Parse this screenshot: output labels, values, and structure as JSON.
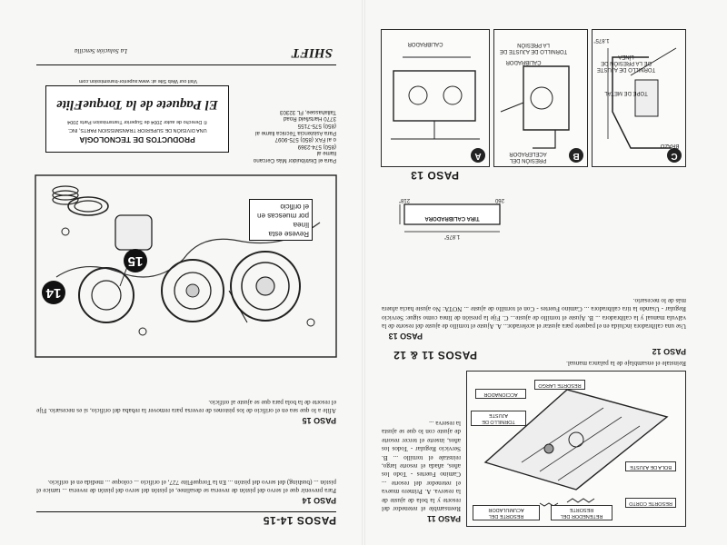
{
  "left_page": {
    "step_11_12": {
      "heading": "PASOS 11 & 12",
      "paso_11_title": "PASO 11",
      "paso_11_text": "Reensamble el retenedor del resorte y la bola de ajuste de la reserva. A. Primero mueva el retenedor del resorte ... Camino Fuertes - Todo los años, añada el resorte largo, reinstale el tornillo ... B. Servicio Regular - Todos los años, inserte el tercer resorte de ajuste con lo que se ajusta la reserva ...",
      "paso_12_title": "PASO 12",
      "paso_12_text": "Reinstale el ensamblaje de la palanca manual."
    },
    "figure_valve_body": {
      "callouts": [
        "RESORTE DEL ACUMULADOR",
        "RETENEDOR DEL RESORTE",
        "TORNILLO DE AJUSTE",
        "RESORTE CORTO",
        "BOLA DE AJUSTE",
        "RESORTE LARGO",
        "ACCIONADOR"
      ]
    },
    "step_13": {
      "paso_13_title": "PASO 13",
      "paso_13_text": "Use una calibradora incluida en el paquete para ajustar el acelerador... A. Ajuste el tornillo de ajuste del resorte de la válvula manual y la calibradora ... B. Ajuste el tornillo de ajuste... C. Fije la presión de línea como sigue: Servicio Regular - Usando la tira calibradora ... Camino Fuertes - Con el tornillo de ajuste ... NOTA: No ajuste hacia afuera más de lo necesario.",
      "tira_label": "TIRA CALIBRADORA",
      "dim_label": "1.875\"",
      "dim_short": "218\"",
      "dim_width": "260"
    },
    "step_13_figs": {
      "heading": "PASO 13",
      "fig_a_label": "CALIBRADOR",
      "fig_a_badge": "A",
      "fig_b_label": "CALIBRADOR",
      "fig_b_badge": "B",
      "fig_b_callouts": [
        "PRESIÓN DEL ACELERADOR",
        "TORNILLO DE AJUSTE DE LA PRESIÓN"
      ],
      "fig_c_badge": "C",
      "fig_c_callouts": [
        "TORNILLO DE AJUSTE DE LA PRESIÓN DE LÍNEA",
        "TOPE DE METAL",
        "BRAZO"
      ],
      "fig_c_dim": "1.875\""
    }
  },
  "right_page": {
    "brand": {
      "shift": "SHIFT",
      "slogan": "La Solución Sencilla",
      "kit_title": "El Paquete de la TorqueFlite",
      "company_line1": "PRODUCTOS DE TECNOLOGÍA",
      "company_line2": "UNA DIVISIÓN DE SUPERIOR TRANSMISSION PARTS, INC.",
      "company_line3": "© Derecho de autor 2004 de Superior Transmission Parts 2004",
      "web": "Visit our Web Site at: www.superior-transmission.com"
    },
    "contact": {
      "intro": "Para el Distribuidor Más Cercano",
      "line1": "llame al",
      "line2": "(850) 574-2369",
      "line3": "o al FAX (850) 575-9097",
      "line4": "Para Asistencia Técnica llame al",
      "line5": "(850) 575-7155",
      "line6": "3770 Hartsfield Road",
      "line7": "Tallahassee, FL 32303"
    },
    "figure_14_15": {
      "badge_14": "14",
      "badge_15": "15",
      "note_line1": "Revese esta línea",
      "note_line2": "por muescas en",
      "note_line3": "el orificio"
    },
    "step_14_15": {
      "heading": "PASOS 14-15",
      "paso_14_title": "PASO 14",
      "paso_14_text": "Para prevenir que el servo del pistón de reversa se desalinee, el pistón del servo del pistón de reversa ... tamice el pistón ... (bushing) del servo del pistón ... En la TorqueFlite 727, el orificio ... coloque ... medida en el orificio.",
      "paso_15_title": "PASO 15",
      "paso_15_text": "Afile a lo que sea en el orificio de los pistones de reversa para remover la rebaba del orificio, si es necesario. Fije el resorte de la bola para que se ajuste al orificio."
    }
  }
}
